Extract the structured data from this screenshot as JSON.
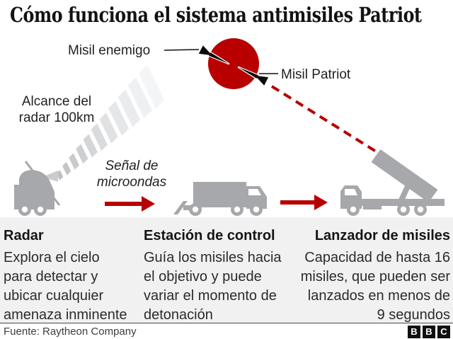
{
  "title": "Cómo funciona el sistema antimisiles Patriot",
  "diagram": {
    "enemy_missile_label": "Misil enemigo",
    "patriot_missile_label": "Misil Patriot",
    "radar_range_lines": [
      "Alcance del",
      "radar 100km"
    ],
    "signal_lines": [
      "Señal de",
      "microondas"
    ]
  },
  "columns": [
    {
      "heading": "Radar",
      "lines": [
        "Explora el cielo",
        "para detectar y",
        "ubicar cualquier",
        "amenaza inminente"
      ]
    },
    {
      "heading": "Estación de control",
      "lines": [
        "Guía los misiles hacia",
        "el objetivo y puede",
        "variar el momento de",
        "detonación"
      ]
    },
    {
      "heading": "Lanzador de misiles",
      "lines": [
        "Capacidad de hasta 16",
        "misiles, que pueden ser",
        "lanzados en menos de",
        "9 segundos"
      ]
    }
  ],
  "footer": {
    "source": "Fuente: Raytheon Company",
    "logo_letters": [
      "B",
      "B",
      "C"
    ]
  },
  "colors": {
    "accent_red": "#b80000",
    "vehicle_gray": "#a6a8ab",
    "panel_gray": "#f1f1f2",
    "ink": "#1a1a1a"
  }
}
